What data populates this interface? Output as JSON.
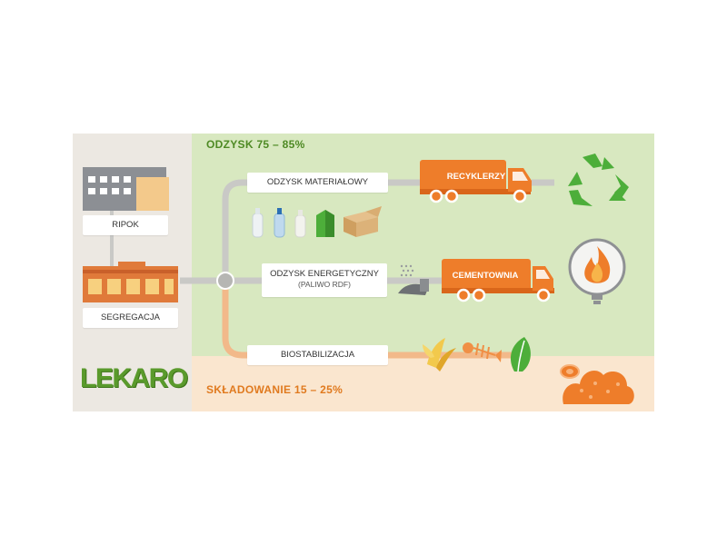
{
  "recovery_zone": {
    "title": "ODZYSK 75 – 85%"
  },
  "landfill_zone": {
    "title": "SKŁADOWANIE 15 – 25%"
  },
  "facilities": {
    "ripok": "RIPOK",
    "segregation": "SEGREGACJA"
  },
  "streams": {
    "material": {
      "label": "ODZYSK MATERIAŁOWY",
      "truck": "RECYKLERZY"
    },
    "energy": {
      "label": "ODZYSK ENERGETYCZNY",
      "sublabel": "(PALIWO RDF)",
      "truck": "CEMENTOWNIA"
    },
    "bio": {
      "label": "BIOSTABILIZACJA"
    }
  },
  "logo": "LEKARO",
  "colors": {
    "green_zone": "#d8e8c0",
    "peach_zone": "#fae6cf",
    "left_zone": "#ece8e2",
    "accent_green": "#5a9a2c",
    "accent_orange": "#ee7d2a",
    "pipe_grey": "#c9c9c6",
    "pipe_orange": "#f2b98a"
  },
  "icons": [
    "factory-icon",
    "sorting-plant-icon",
    "bottles-icon",
    "carton-icon",
    "box-icon",
    "truck-icon",
    "recycle-icon",
    "flame-bulb-icon",
    "fuel-pellets-icon",
    "banana-peel-icon",
    "fishbone-icon",
    "leaf-icon",
    "compost-pile-icon"
  ]
}
